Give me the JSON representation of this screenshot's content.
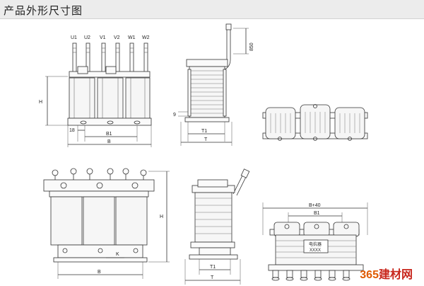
{
  "header": {
    "title": "产品外形尺寸图"
  },
  "front_view": {
    "terminals": [
      "U1",
      "U2",
      "V1",
      "V2",
      "W1",
      "W2"
    ],
    "dim_height": "H",
    "dim_small": "18",
    "dim_b1": "B1",
    "dim_b": "B"
  },
  "side_view": {
    "dim_lead": "850",
    "dim_small": "9",
    "dim_t1": "T1",
    "dim_t": "T"
  },
  "bottom_front": {
    "dim_height": "H",
    "dim_k": "K",
    "dim_b": "B"
  },
  "bottom_side": {
    "dim_t1": "T1",
    "dim_t": "T"
  },
  "bottom_top": {
    "dim_b40": "B+40",
    "dim_b1": "B1",
    "nameplate": [
      "电抗器",
      "XXXX"
    ]
  },
  "watermark": {
    "number": "365",
    "text": "建材网"
  }
}
